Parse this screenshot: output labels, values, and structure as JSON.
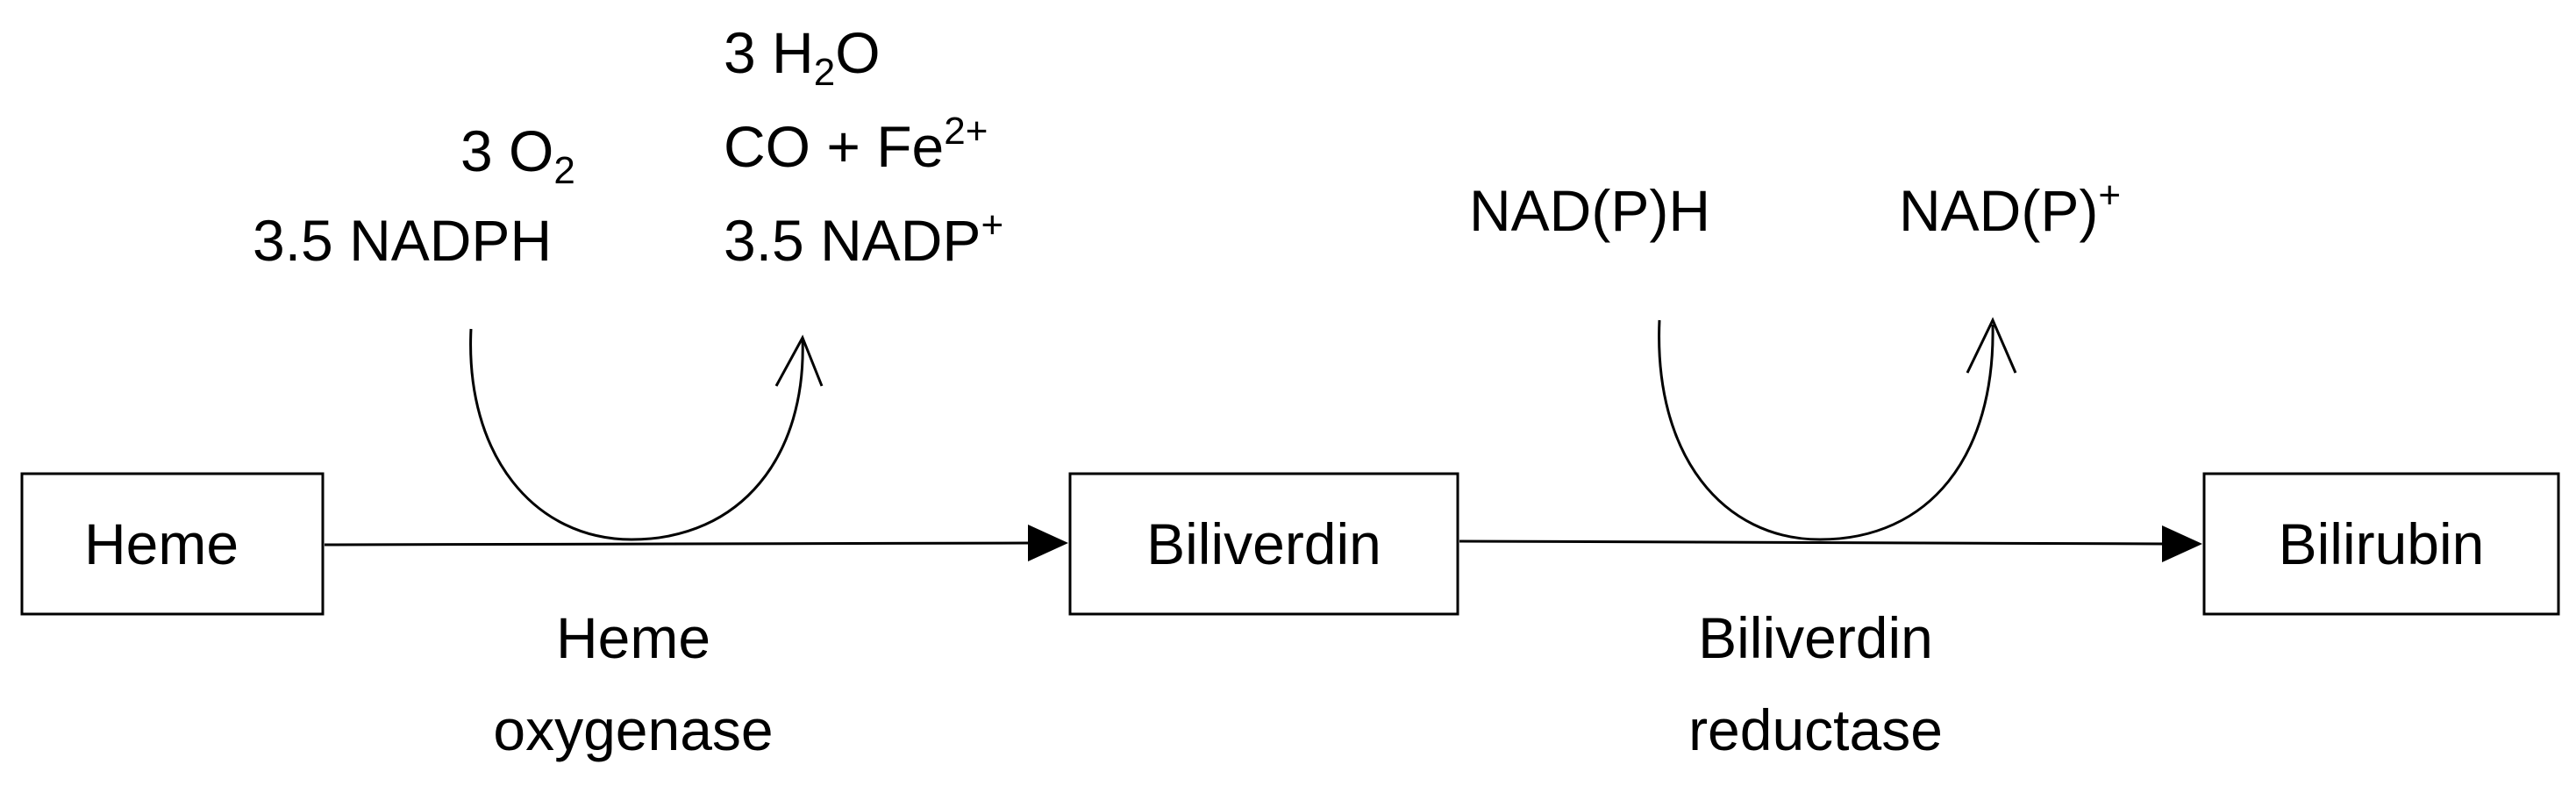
{
  "nodes": {
    "heme": "Heme",
    "biliverdin": "Biliverdin",
    "bilirubin": "Bilirubin"
  },
  "enzymes": {
    "heme_oxygenase": {
      "line1": "Heme",
      "line2": "oxygenase"
    },
    "biliverdin_reductase": {
      "line1": "Biliverdin",
      "line2": "reductase"
    }
  },
  "step1": {
    "inputs": {
      "o2": {
        "coef": "3 O",
        "sub": "2"
      },
      "nadph": "3.5 NADPH"
    },
    "outputs": {
      "water": {
        "coef": "3 H",
        "sub": "2",
        "tail": "O"
      },
      "co_fe": {
        "text": "CO + Fe",
        "sup": "2+"
      },
      "nadp": {
        "text": "3.5 NADP",
        "sup": "+"
      }
    }
  },
  "step2": {
    "input": "NAD(P)H",
    "output": {
      "text": "NAD(P)",
      "sup": "+"
    }
  }
}
